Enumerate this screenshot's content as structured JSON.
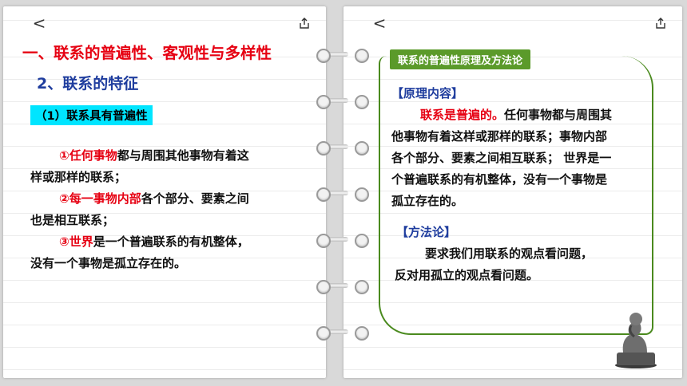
{
  "left_page": {
    "back_icon": "<",
    "title1": "一、联系的普遍性、客观性与多样性",
    "title2": "2、联系的特征",
    "title3": "（1）联系具有普遍性",
    "p1_red": "①任何事物",
    "p1_rest_a": "都与周围其他事物有着这",
    "p1_rest_b": "样或那样的联系；",
    "p2_red": "②每一事物内部",
    "p2_rest_a": "各个部分、要素之间",
    "p2_rest_b": "也是相互联系；",
    "p3_red": "③世界",
    "p3_rest_a": "是一个普遍联系的有机整体，",
    "p3_rest_b": "没有一个事物是孤立存在的。"
  },
  "right_page": {
    "back_icon": "<",
    "card_title": "联系的普遍性原理及方法论",
    "principle_label": "【原理内容】",
    "principle_red": "联系是普遍的。",
    "principle_a": "任何事物都与周围其",
    "principle_b": "他事物有着这样或那样的联系；事物内部",
    "principle_c": "各个部分、要素之间相互联系； 世界是一",
    "principle_d": "个普遍联系的有机整体，没有一个事物是",
    "principle_e": "孤立存在的。",
    "method_label": "【方法论】",
    "method_a": "要求我们用联系的观点看问题，",
    "method_b": "反对用孤立的观点看问题。"
  },
  "colors": {
    "red": "#e60012",
    "blue": "#1f3d9e",
    "cyan": "#00e5ff",
    "green": "#5b9a2a"
  },
  "icons": [
    "back-icon",
    "share-icon",
    "thinker-statue"
  ]
}
